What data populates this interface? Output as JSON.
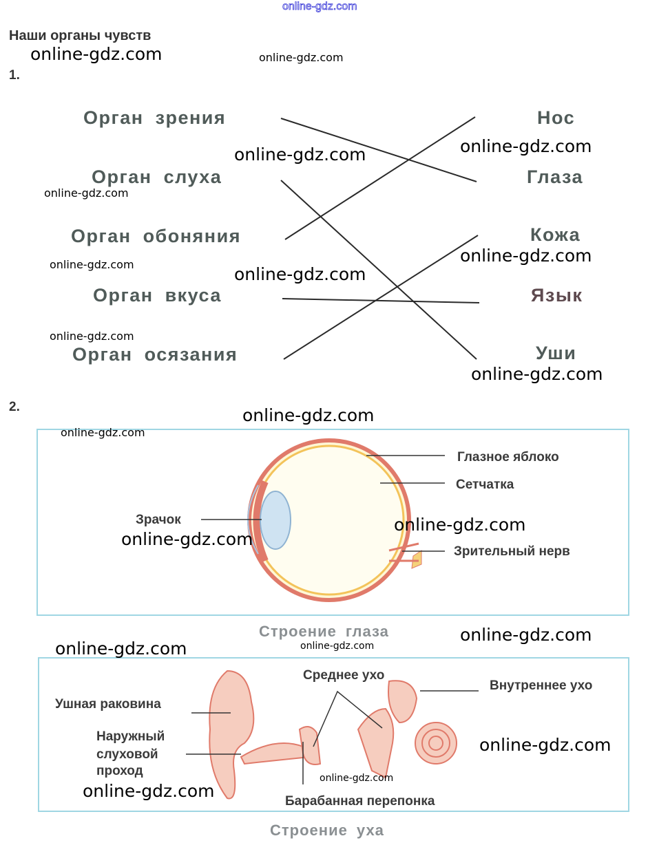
{
  "header_watermark": "online-gdz.com",
  "title": "Наши органы чувств",
  "exercise1": {
    "number": "1.",
    "left": [
      "Орган зрения",
      "Орган слуха",
      "Орган обоняния",
      "Орган вкуса",
      "Орган осязания"
    ],
    "right": [
      "Нос",
      "Глаза",
      "Кожа",
      "Язык",
      "Уши"
    ],
    "matches": [
      [
        "Орган зрения",
        "Глаза"
      ],
      [
        "Орган слуха",
        "Уши"
      ],
      [
        "Орган обоняния",
        "Нос"
      ],
      [
        "Орган вкуса",
        "Язык"
      ],
      [
        "Орган осязания",
        "Кожа"
      ]
    ]
  },
  "exercise2": {
    "number": "2.",
    "eye": {
      "labels": [
        "Глазное яблоко",
        "Сетчатка",
        "Зрачок",
        "Зрительный нерв"
      ],
      "caption": "Строение глаза"
    },
    "ear": {
      "labels": [
        "Ушная раковина",
        "Наружный",
        "слуховой",
        "проход",
        "Среднее ухо",
        "Внутреннее ухо",
        "Барабанная перепонка"
      ],
      "caption": "Строение уха"
    }
  },
  "watermark": "online-gdz.com",
  "colors": {
    "organ_text": "#505b59",
    "frame": "#9fd6e3",
    "tissue": "#e07a6a"
  }
}
